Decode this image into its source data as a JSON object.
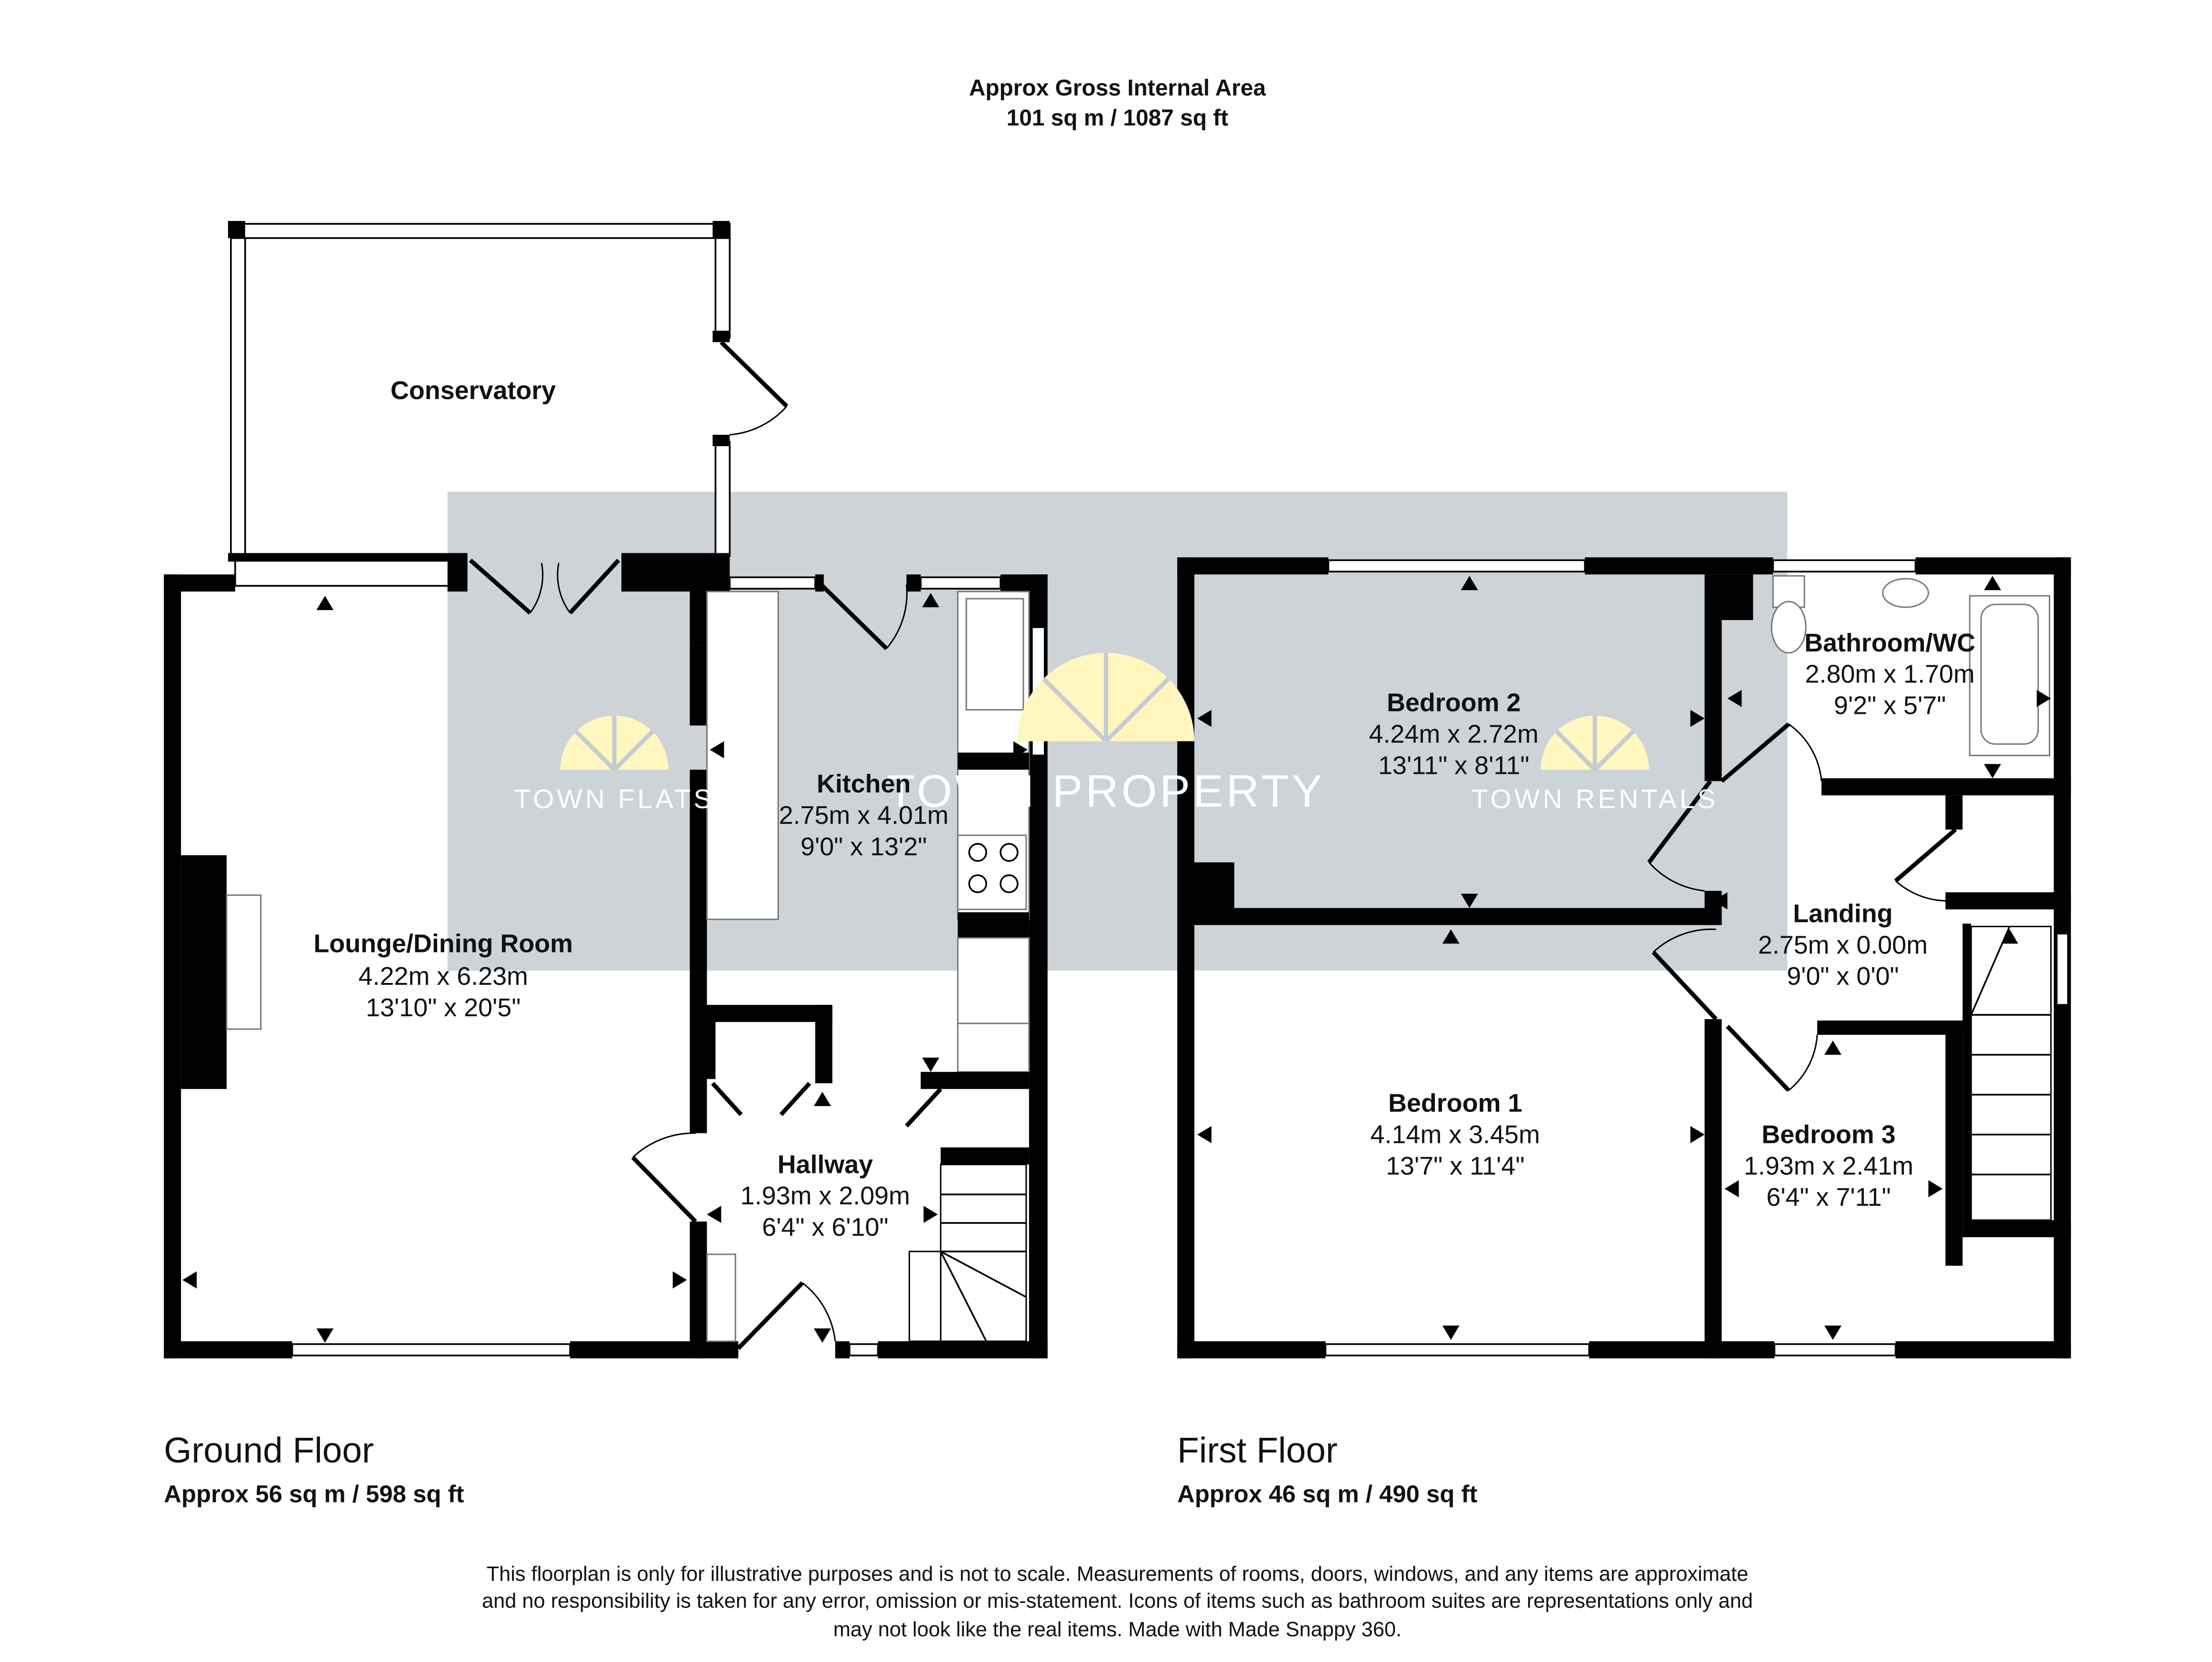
{
  "header": {
    "title": "Approx Gross Internal Area",
    "area": "101 sq m / 1087 sq ft"
  },
  "watermark": {
    "left": "TOWN FLATS",
    "center": "TOWN PROPERTY",
    "right": "TOWN RENTALS",
    "bg_color": "#c6cbd1",
    "sun_color": "#fff6c0"
  },
  "ground_floor": {
    "title": "Ground Floor",
    "area": "Approx 56 sq m / 598 sq ft",
    "rooms": [
      {
        "name": "Conservatory"
      },
      {
        "name": "Lounge/Dining Room",
        "metric": "4.22m x 6.23m",
        "imperial": "13'10\" x 20'5\""
      },
      {
        "name": "Kitchen",
        "metric": "2.75m x 4.01m",
        "imperial": "9'0\" x 13'2\""
      },
      {
        "name": "Hallway",
        "metric": "1.93m x 2.09m",
        "imperial": "6'4\" x 6'10\""
      }
    ]
  },
  "first_floor": {
    "title": "First Floor",
    "area": "Approx 46 sq m / 490 sq ft",
    "rooms": [
      {
        "name": "Bedroom 2",
        "metric": "4.24m x 2.72m",
        "imperial": "13'11\" x 8'11\""
      },
      {
        "name": "Bathroom/WC",
        "metric": "2.80m x 1.70m",
        "imperial": "9'2\" x 5'7\""
      },
      {
        "name": "Landing",
        "metric": "2.75m x 0.00m",
        "imperial": "9'0\" x 0'0\""
      },
      {
        "name": "Bedroom 1",
        "metric": "4.14m x 3.45m",
        "imperial": "13'7\" x 11'4\""
      },
      {
        "name": "Bedroom 3",
        "metric": "1.93m x 2.41m",
        "imperial": "6'4\" x 7'11\""
      }
    ]
  },
  "disclaimer": [
    "This floorplan is only for illustrative purposes and is not to scale. Measurements of rooms, doors, windows, and any items are approximate",
    "and no responsibility is taken for any error, omission or mis-statement. Icons of items such as bathroom suites are representations only and",
    "may not look like the real items. Made with Made Snappy 360."
  ]
}
